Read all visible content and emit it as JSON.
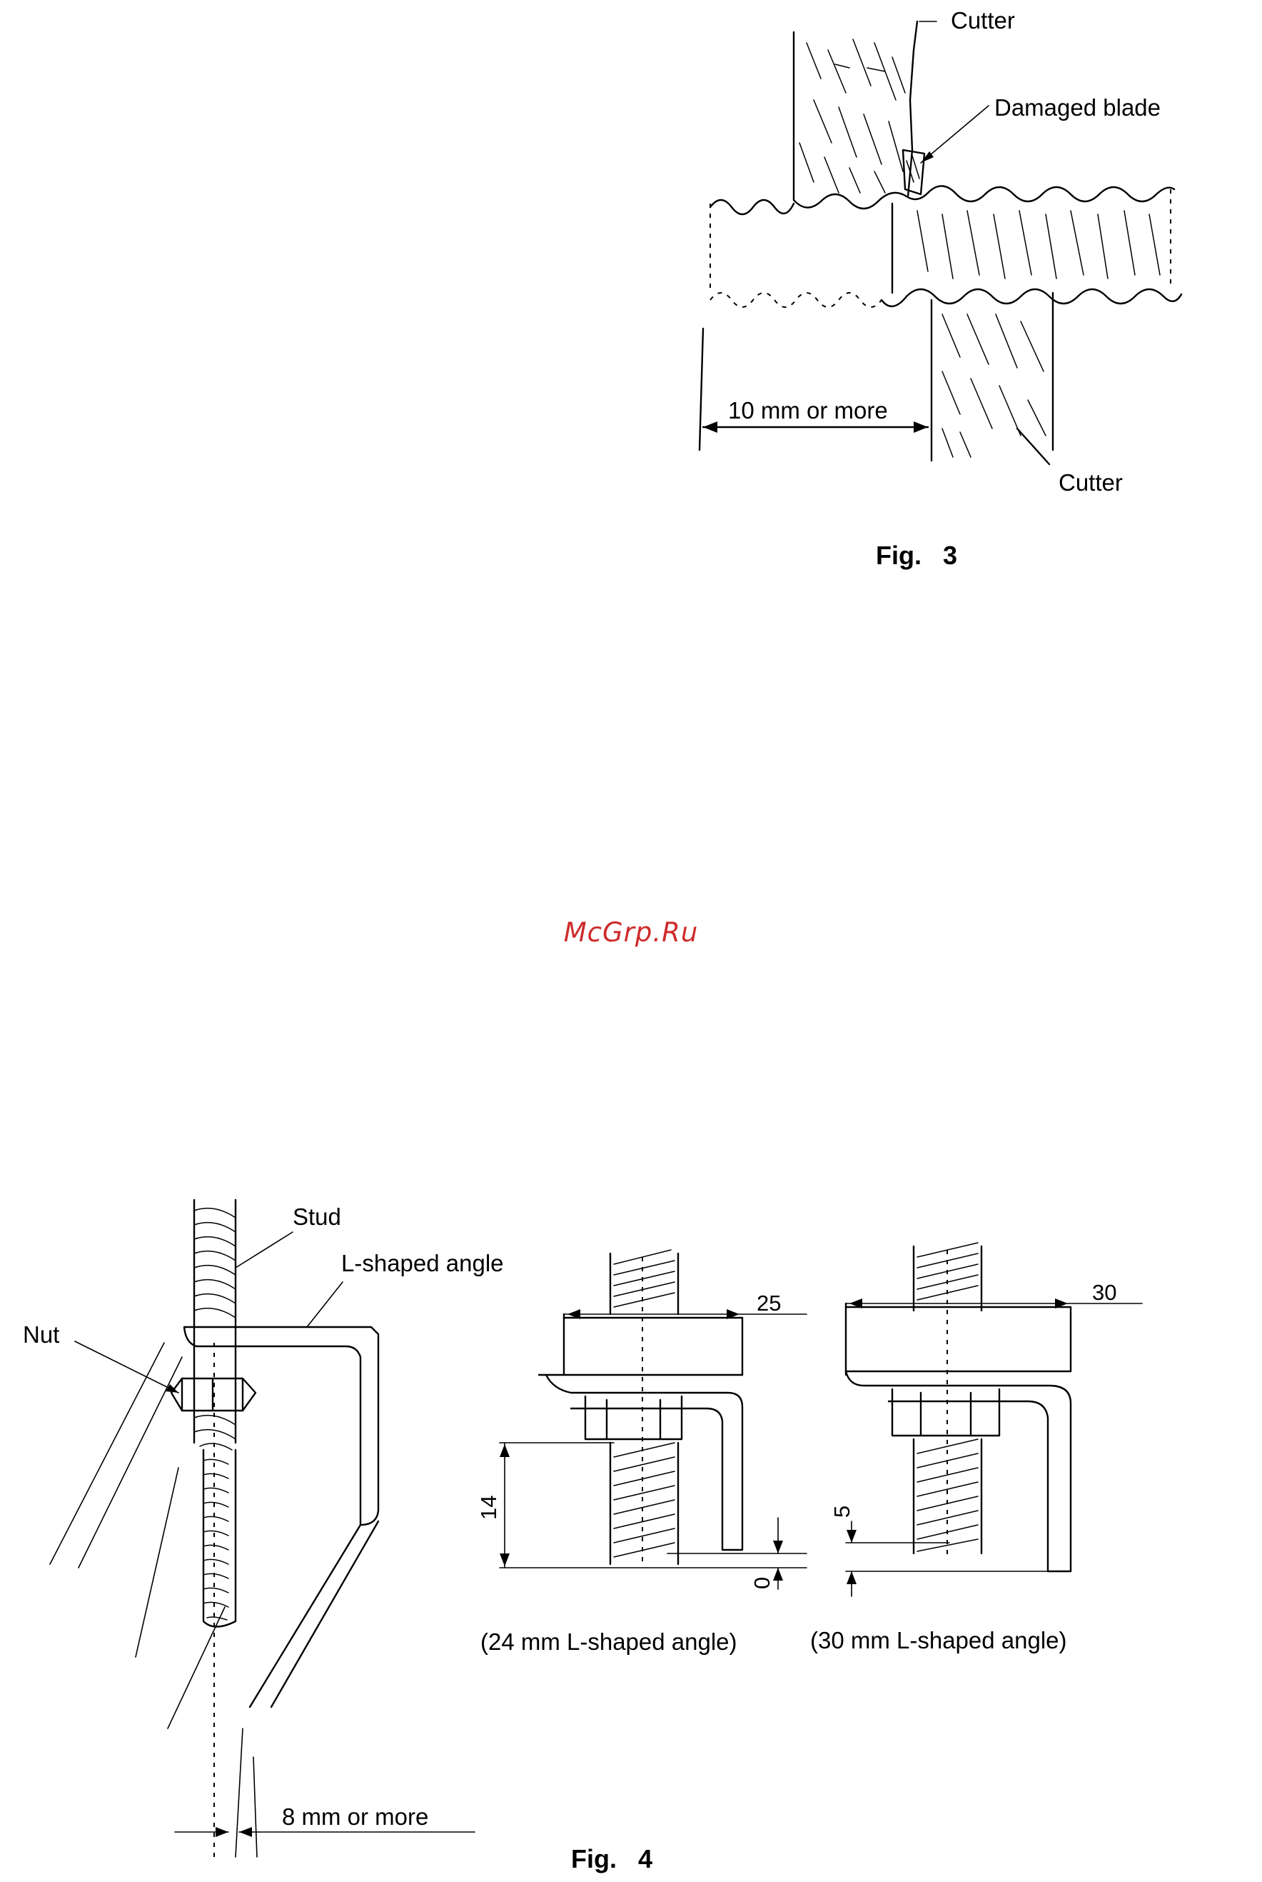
{
  "fig3": {
    "label_cutter_top": "Cutter",
    "label_damaged_blade": "Damaged blade",
    "label_distance": "10 mm or more",
    "label_cutter_bottom": "Cutter",
    "caption": "Fig.   3"
  },
  "watermark": "McGrp.Ru",
  "fig4": {
    "label_stud": "Stud",
    "label_l_angle": "L-shaped angle",
    "label_nut": "Nut",
    "label_distance": "8 mm or more",
    "detail_24": {
      "dim_width": "25",
      "dim_height": "14",
      "dim_gap": "0",
      "caption": "(24 mm L-shaped angle)"
    },
    "detail_30": {
      "dim_width": "30",
      "dim_gap": "5",
      "caption": "(30 mm L-shaped angle)"
    },
    "caption": "Fig.   4"
  }
}
